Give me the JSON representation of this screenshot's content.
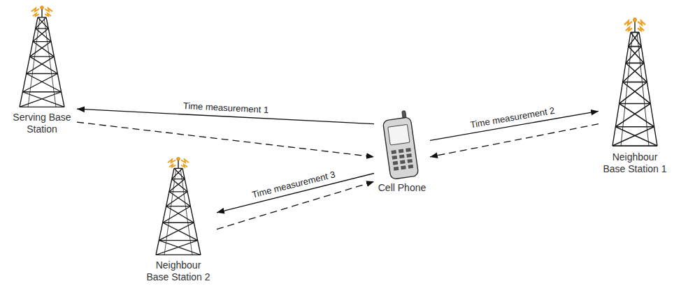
{
  "diagram": {
    "nodes": [
      {
        "text": [
          "Serving Base Station"
        ]
      },
      {
        "text": [
          "Neighbour Base Station 1"
        ]
      },
      {
        "text": [
          "Cell Phone"
        ]
      },
      {
        "text": [
          "Neighbour Base Station 2"
        ]
      }
    ],
    "edges": [
      {
        "from": 2,
        "to": 0,
        "arrow": "to",
        "label": "Time measurement 1"
      },
      {
        "from": 0,
        "to": 2,
        "arrow": "to"
      },
      {
        "from": 2,
        "to": 1,
        "arrow": "to",
        "label": "Time measurement 2"
      },
      {
        "from": 1,
        "to": 2,
        "arrow": "to"
      },
      {
        "from": 2,
        "to": 3,
        "arrow": "to",
        "label": "Time measurement 3"
      },
      {
        "from": 3,
        "to": 2,
        "arrow": "to"
      }
    ]
  }
}
